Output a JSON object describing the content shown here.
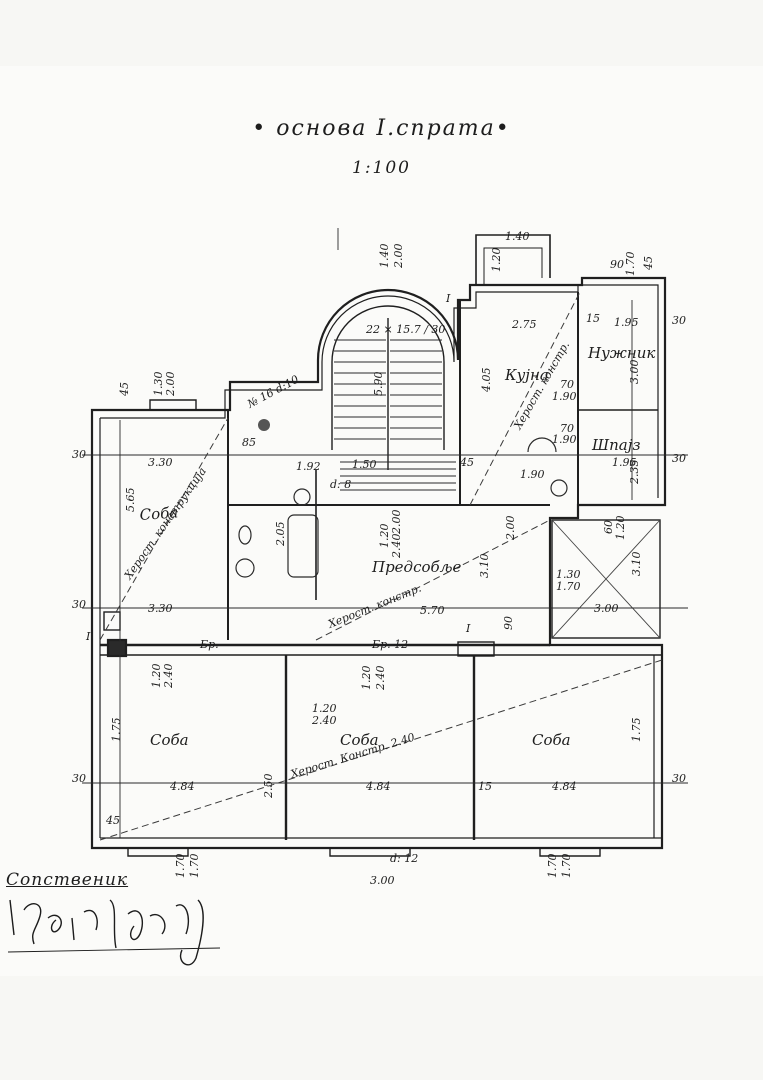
{
  "title": "• основа I.спрата•",
  "scale": "1:100",
  "owner_label": "Сопственик",
  "rooms": [
    {
      "id": "soba-left",
      "label": "Соба"
    },
    {
      "id": "predsoblje",
      "label": "Предсобље"
    },
    {
      "id": "kujna",
      "label": "Кујна"
    },
    {
      "id": "ostava",
      "label": "Шпајз"
    },
    {
      "id": "nuzhnik",
      "label": "Нужник"
    },
    {
      "id": "soba-bl",
      "label": "Соба"
    },
    {
      "id": "soba-bc",
      "label": "Соба"
    },
    {
      "id": "soba-br",
      "label": "Соба"
    }
  ],
  "annotations": {
    "stairs_count": "22 × 15.7 / 30",
    "stairs_no": "№ 16  d:10",
    "beam_left": "Херост. конструкција",
    "beam_hall": "Херост. констр.",
    "beam_bottom": "Херост. Констр. 2.40",
    "beam_kitchen": "Херост. констр.",
    "cut_mark": "I",
    "opening_top": "Бр. 12",
    "door_mark": "Бр.",
    "d_mark_bottom": "d: 12",
    "d_mark_mid": "d: 8"
  },
  "dimensions": {
    "d_140_top": "1.40",
    "d_200_top": "2.00",
    "d_140_bal": "1.40",
    "d_120_bal": "1.20",
    "d_90_tr": "90",
    "d_170_tr": "1.70",
    "d_45_tr": "45",
    "d_275": "2.75",
    "d_195": "1.95",
    "d_15_k": "15",
    "d_30_r1": "30",
    "d_405": "4.05",
    "d_590": "5.90",
    "d_330_top": "3.30",
    "d_565": "5.65",
    "d_330_mid": "3.30",
    "d_30_l1": "30",
    "d_30_l2": "30",
    "d_30_l3": "30",
    "d_45_l": "45",
    "d_130": "1.30",
    "d_200_l": "2.00",
    "d_570": "5.70",
    "d_310": "3.10",
    "d_310_r": "3.10",
    "d_300_mid": "3.00",
    "d_130_r": "1.30",
    "d_170_r": "1.70",
    "d_60": "60",
    "d_120_r": "1.20",
    "d_175_l": "1.75",
    "d_175_r": "1.75",
    "d_484_a": "4.84",
    "d_484_b": "4.84",
    "d_484_c": "4.84",
    "d_120_w1": "1.20",
    "d_240_w1": "2.40",
    "d_120_w2": "1.20",
    "d_240_w2": "2.40",
    "d_120_w3": "1.20",
    "d_240_w3": "2.40",
    "d_250": "2.50",
    "d_170_b1": "1.70",
    "d_170_b2": "1.70",
    "d_170_b3": "1.70",
    "d_170_b4": "1.70",
    "d_300_bot": "3.00",
    "d_190_a": "1.90",
    "d_190_b": "1.90",
    "d_190_c": "1.90",
    "d_195_b": "1.95",
    "d_235": "2.35",
    "d_300_sp": "3.00",
    "d_70_a": "70",
    "d_70_b": "70",
    "d_150": "1.50",
    "d_192": "1.92",
    "d_205": "2.05",
    "d_85": "85",
    "d_200_b": "2.00",
    "d_200_c": "2.00",
    "d_240_c": "2.40",
    "d_120_c": "1.20",
    "d_90_c": "90",
    "d_45_c": "45",
    "d_30_r2": "30",
    "d_30_r3": "30",
    "d_15_b": "15",
    "d_45_b": "45"
  }
}
